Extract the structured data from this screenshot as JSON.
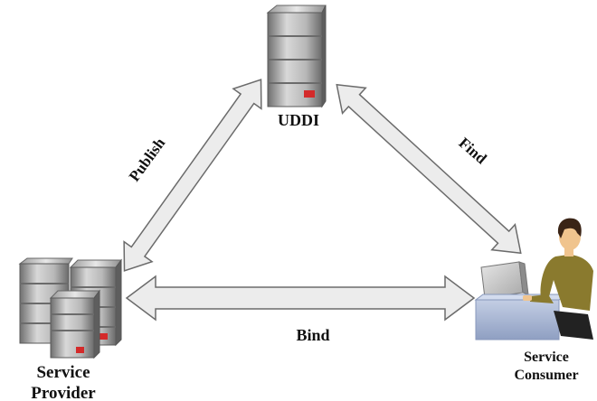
{
  "nodes": {
    "uddi": {
      "label": "UDDI",
      "icon": "server-icon"
    },
    "provider": {
      "label_line1": "Service",
      "label_line2": "Provider",
      "icon": "server-cluster-icon"
    },
    "consumer": {
      "label_line1": "Service",
      "label_line2": "Consumer",
      "icon": "person-at-computer-icon"
    }
  },
  "edges": {
    "publish": {
      "label": "Publish",
      "from": "provider",
      "to": "uddi",
      "direction": "bidirectional"
    },
    "find": {
      "label": "Find",
      "from": "consumer",
      "to": "uddi",
      "direction": "bidirectional"
    },
    "bind": {
      "label": "Bind",
      "from": "provider",
      "to": "consumer",
      "direction": "bidirectional"
    }
  },
  "colors": {
    "arrow_fill": "#ececec",
    "arrow_stroke": "#6b6b6b",
    "server_dark": "#7a7a7a",
    "server_light": "#d4d4d4",
    "server_led": "#d42a2a",
    "desk": "#a9b8d6",
    "shirt": "#8a7a2e",
    "skin": "#f0c48e",
    "hair": "#3a2416"
  }
}
